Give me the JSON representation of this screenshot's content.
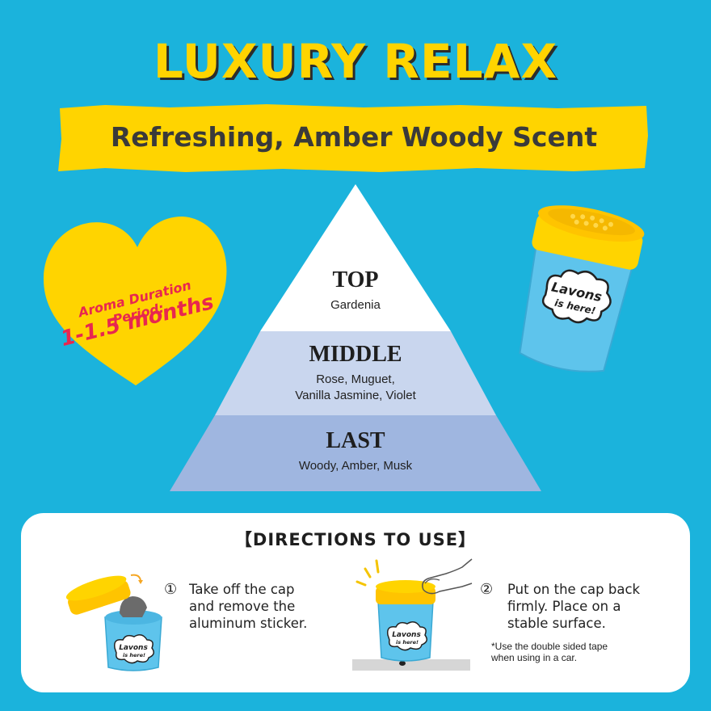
{
  "title": "LUXURY RELAX",
  "subtitle": "Refreshing, Amber Woody Scent",
  "heart": {
    "line1": "Aroma Duration Period:",
    "line2": "1-1.5 months"
  },
  "pyramid": {
    "top": {
      "title": "TOP",
      "notes": "Gardenia"
    },
    "middle": {
      "title": "MIDDLE",
      "notes_line1": "Rose, Muguet,",
      "notes_line2": "Vanilla Jasmine, Violet"
    },
    "last": {
      "title": "LAST",
      "notes": "Woody, Amber, Musk"
    }
  },
  "product": {
    "label_line1": "Lavons",
    "label_line2": "is here!"
  },
  "directions": {
    "title": "【DIRECTIONS TO USE】",
    "step1": {
      "num": "①",
      "lines": [
        "Take off the cap",
        "and remove the",
        "aluminum sticker."
      ]
    },
    "step2": {
      "num": "②",
      "lines": [
        "Put on the cap back",
        "firmly. Place on a",
        "stable surface."
      ]
    },
    "note_lines": [
      "*Use the double sided tape",
      "when using in a car."
    ]
  },
  "colors": {
    "background": "#1bb3dc",
    "yellow": "#ffd400",
    "pink_text": "#e8274f",
    "pyramid_top": "#ffffff",
    "pyramid_middle": "#c9d6ee",
    "pyramid_last": "#9fb6e0",
    "jar_blue": "#5ec4ec"
  }
}
